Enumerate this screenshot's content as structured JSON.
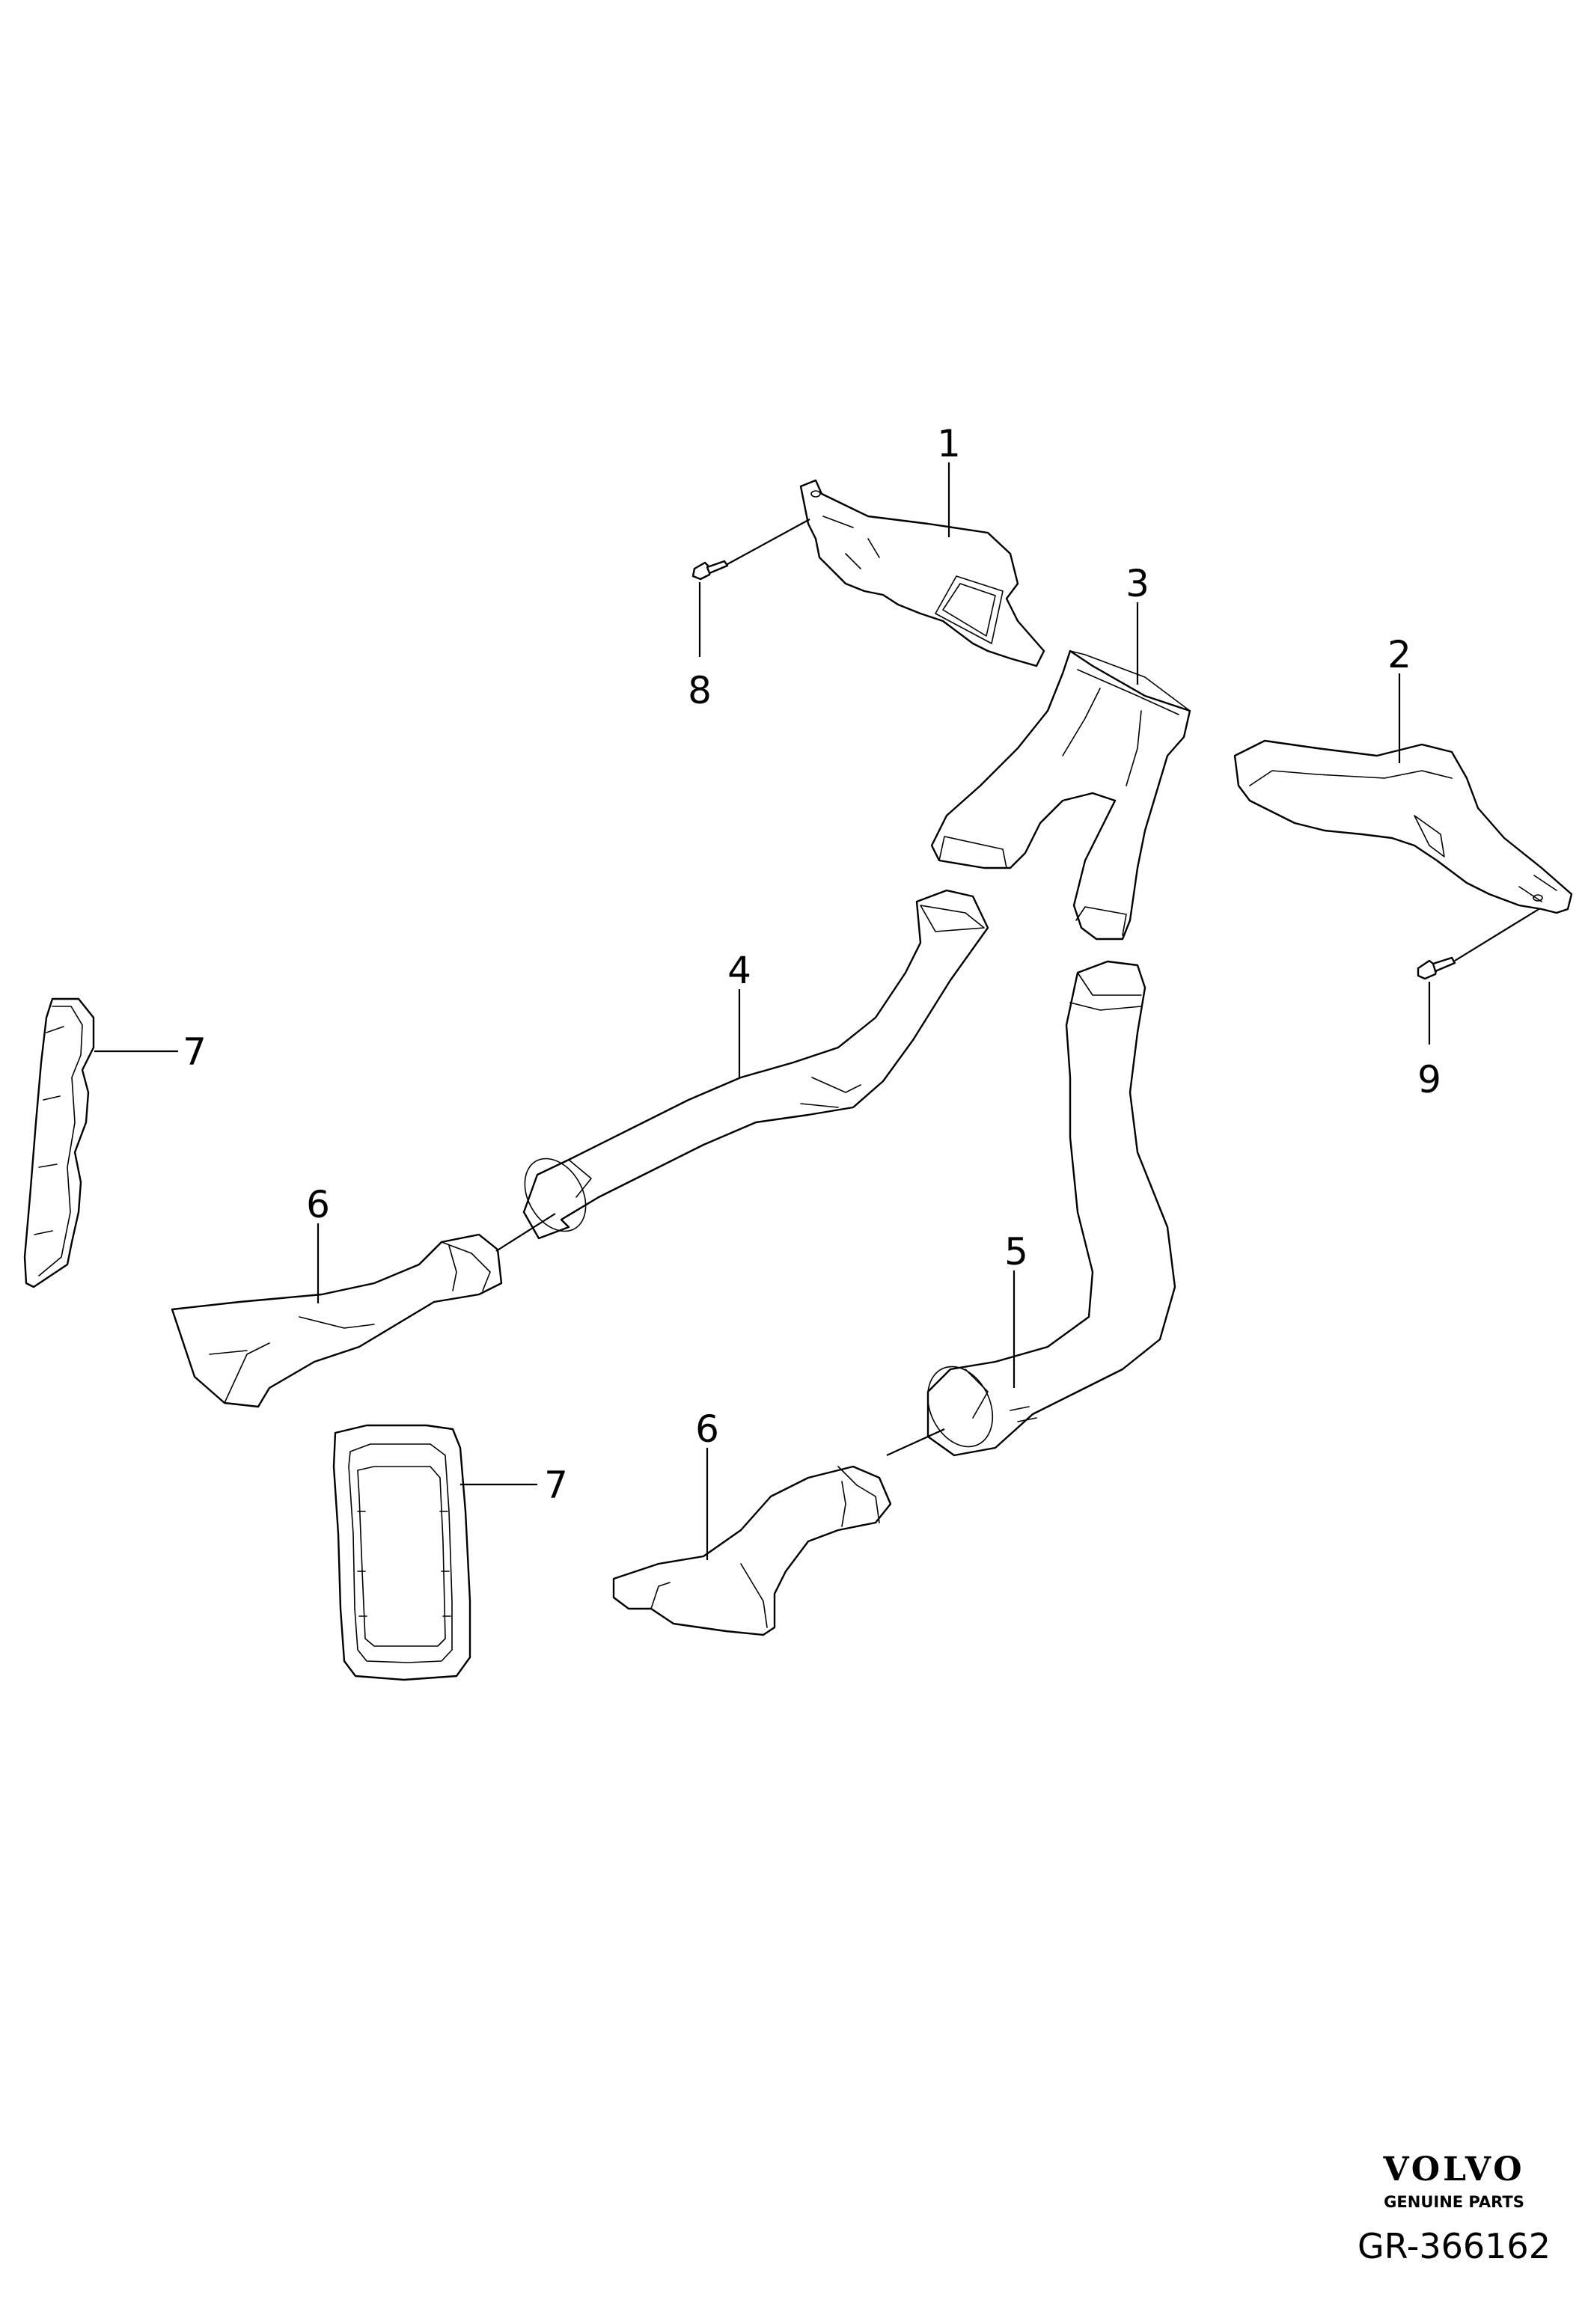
{
  "callouts": {
    "c1": "1",
    "c2": "2",
    "c3": "3",
    "c4": "4",
    "c5": "5",
    "c6a": "6",
    "c6b": "6",
    "c7a": "7",
    "c7b": "7",
    "c8": "8",
    "c9": "9"
  },
  "brand": {
    "logo_text": "VOLVO",
    "tagline": "GENUINE PARTS"
  },
  "diagram_ref": "GR-366162"
}
